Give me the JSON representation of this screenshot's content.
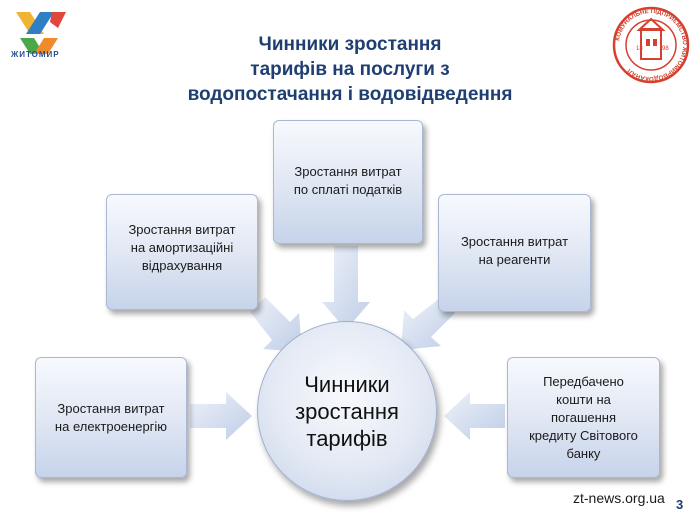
{
  "header": {
    "title_lines": [
      "Чинники зростання",
      "тарифів на послуги з",
      "водопостачання і водовідведення"
    ],
    "left_logo_text": "ЖИТОМИР",
    "right_logo_ring_text": "КОМУНАЛЬНЕ ПІДПРИЄМСТВО ЖИТОМИРВОДОКАНАЛ",
    "right_logo_year_left": "18",
    "right_logo_year_right": "98"
  },
  "center": {
    "lines": [
      "Чинники",
      "зростання",
      "тарифів"
    ]
  },
  "factors": {
    "taxes": [
      "Зростання витрат",
      "по сплаті податків"
    ],
    "amortization": [
      "Зростання витрат",
      "на амортизаційні",
      "відрахування"
    ],
    "reagents": [
      "Зростання витрат",
      "на реагенти"
    ],
    "electricity": [
      "Зростання витрат",
      "на електроенергію"
    ],
    "world_bank": [
      "Передбачено",
      "кошти на",
      "погашення",
      "кредиту Світового",
      "банку"
    ]
  },
  "footer": {
    "site": "zt-news.org.ua",
    "page_number": "3"
  },
  "colors": {
    "title": "#1f3f73",
    "arrow": "#c9d5ec",
    "box_bottom": "#c6d3ea"
  }
}
